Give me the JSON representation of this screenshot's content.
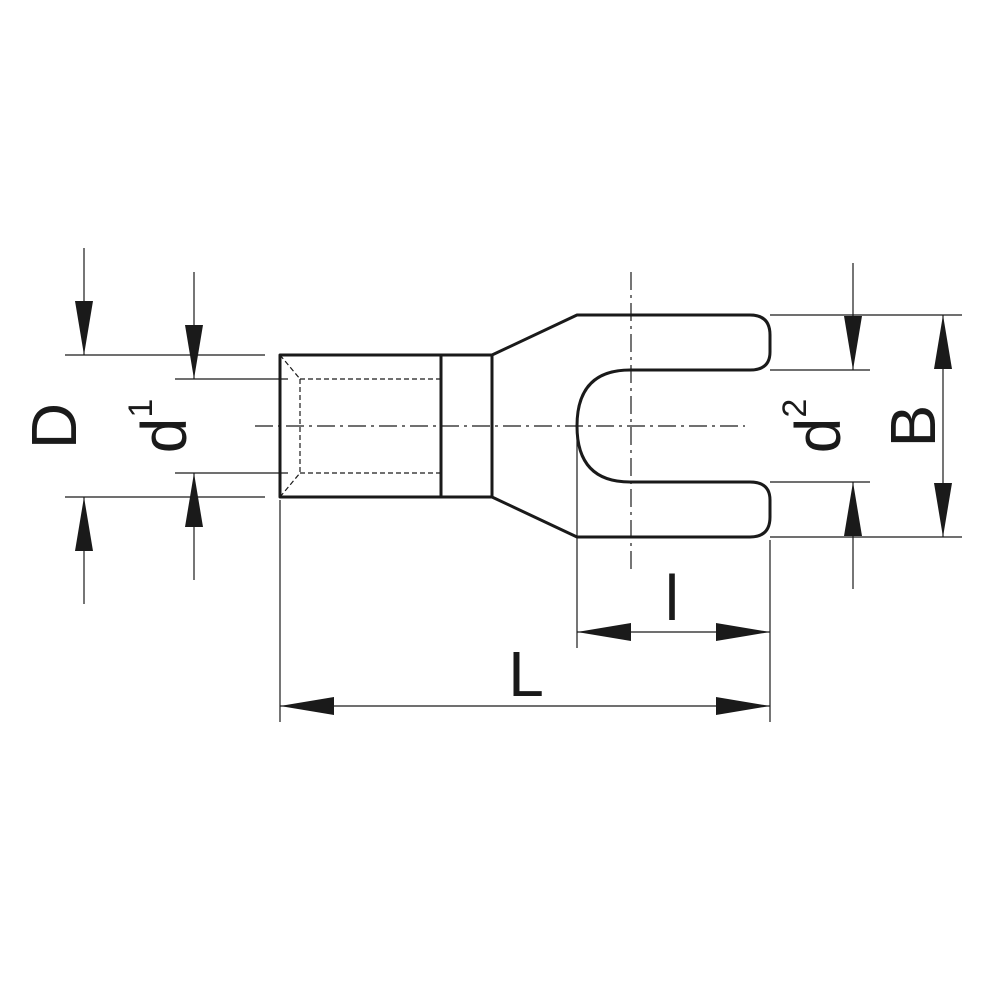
{
  "dimensions": {
    "D": {
      "label": "D"
    },
    "d1": {
      "label": "d",
      "sub": "1"
    },
    "d2": {
      "label": "d",
      "sub": "2"
    },
    "B": {
      "label": "B"
    },
    "l": {
      "label": "l"
    },
    "L": {
      "label": "L"
    }
  }
}
